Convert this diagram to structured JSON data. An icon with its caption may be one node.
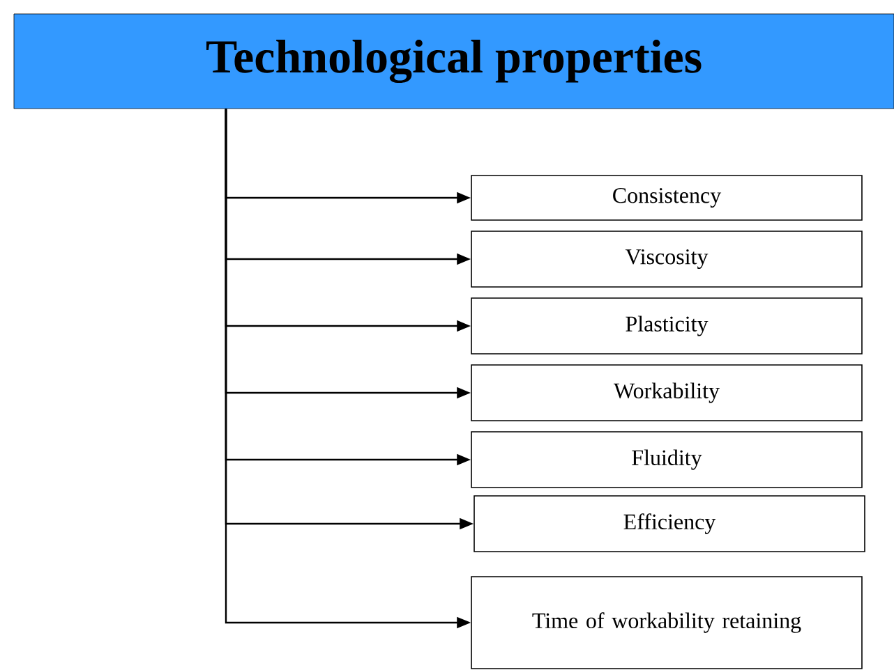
{
  "diagram": {
    "nodes": [
      {
        "text": [
          "Technological properties"
        ]
      },
      {
        "text": [
          "Consistency"
        ]
      },
      {
        "text": [
          "Viscosity"
        ]
      },
      {
        "text": [
          "Plasticity"
        ]
      },
      {
        "text": [
          "Workability"
        ]
      },
      {
        "text": [
          "Fluidity"
        ]
      },
      {
        "text": [
          "Efficiency"
        ]
      },
      {
        "text": [
          "Time of workability retaining"
        ]
      }
    ],
    "edges": [
      {
        "from": 0,
        "to": 1,
        "arrow": "to"
      },
      {
        "from": 0,
        "to": 2,
        "arrow": "to"
      },
      {
        "from": 0,
        "to": 3,
        "arrow": "to"
      },
      {
        "from": 0,
        "to": 4,
        "arrow": "to"
      },
      {
        "from": 0,
        "to": 5,
        "arrow": "to"
      },
      {
        "from": 0,
        "to": 6,
        "arrow": "to"
      },
      {
        "from": 0,
        "to": 7,
        "arrow": "to"
      }
    ]
  }
}
